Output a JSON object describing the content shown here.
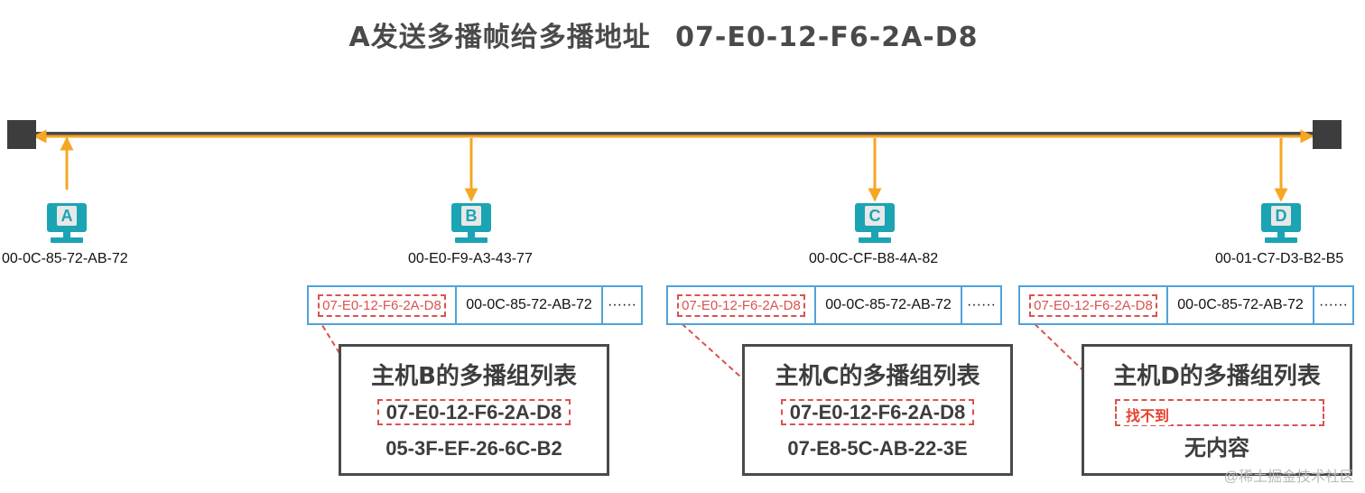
{
  "title": {
    "prefix": "A发送多播帧给多播地址",
    "address": "07-E0-12-F6-2A-D8"
  },
  "hosts": [
    {
      "letter": "A",
      "mac": "00-0C-85-72-AB-72"
    },
    {
      "letter": "B",
      "mac": "00-E0-F9-A3-43-77"
    },
    {
      "letter": "C",
      "mac": "00-0C-CF-B8-4A-82"
    },
    {
      "letter": "D",
      "mac": "00-01-C7-D3-B2-B5"
    }
  ],
  "frame": {
    "dst": "07-E0-12-F6-2A-D8",
    "src": "00-0C-85-72-AB-72",
    "rest": "······"
  },
  "groups": [
    {
      "title": "主机B的多播组列表",
      "entry1": "07-E0-12-F6-2A-D8",
      "entry2": "05-3F-EF-26-6C-B2"
    },
    {
      "title": "主机C的多播组列表",
      "entry1": "07-E0-12-F6-2A-D8",
      "entry2": "07-E8-5C-AB-22-3E"
    },
    {
      "title": "主机D的多播组列表",
      "not_found": "找不到",
      "empty": "无内容"
    }
  ],
  "colors": {
    "bus": "#4a4a4a",
    "signal": "#f5a623",
    "host": "#1ba4b3",
    "frame_border": "#4fa3d8",
    "match": "#d9534f"
  },
  "watermark": "@稀土掘金技术社区"
}
